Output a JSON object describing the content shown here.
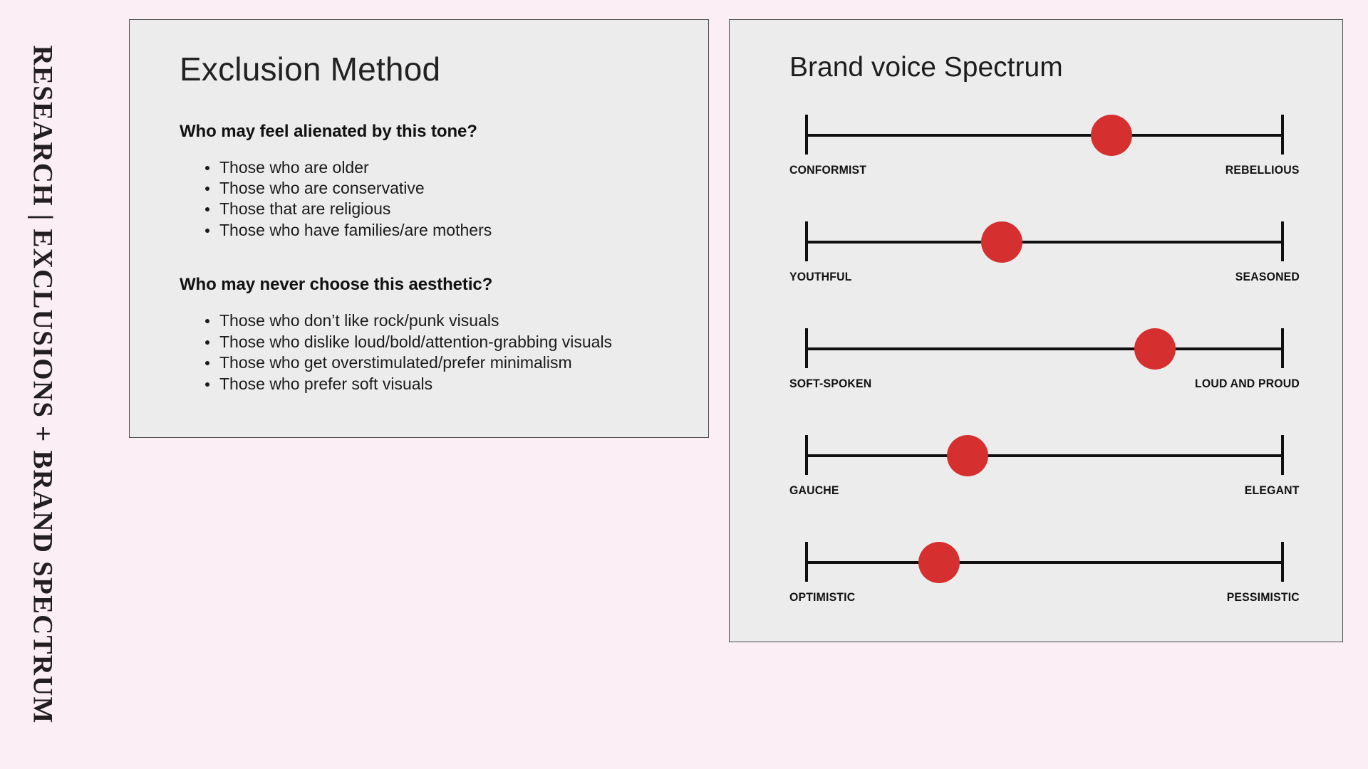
{
  "page": {
    "side_label": "RESEARCH | EXCLUSIONS + BRAND SPECTRUM",
    "background_color": "#fbeef5",
    "card_color": "#ececec",
    "accent_color": "#d5302f"
  },
  "exclusion": {
    "title": "Exclusion Method",
    "sections": [
      {
        "heading": "Who may feel alienated by this tone?",
        "items": [
          "Those who are older",
          "Those who are conservative",
          "Those that are religious",
          "Those who have families/are mothers"
        ]
      },
      {
        "heading": "Who may never choose this aesthetic?",
        "items": [
          "Those who don’t like rock/punk visuals",
          "Those who dislike loud/bold/attention-grabbing visuals",
          "Those who get overstimulated/prefer minimalism",
          "Those who prefer soft visuals"
        ]
      }
    ]
  },
  "spectrum": {
    "title": "Brand voice Spectrum"
  },
  "chart_data": {
    "type": "scatter",
    "title": "Brand voice Spectrum",
    "xlabel": "",
    "ylabel": "",
    "xlim": [
      0,
      100
    ],
    "grid": false,
    "legend": null,
    "marker_color": "#d5302f",
    "axis_color": "#101010",
    "rows": [
      {
        "left_label": "CONFORMIST",
        "right_label": "REBELLIOUS",
        "value": 64
      },
      {
        "left_label": "YOUTHFUL",
        "right_label": "SEASONED",
        "value": 41
      },
      {
        "left_label": "SOFT-SPOKEN",
        "right_label": "LOUD AND PROUD",
        "value": 73
      },
      {
        "left_label": "GAUCHE",
        "right_label": "ELEGANT",
        "value": 34
      },
      {
        "left_label": "OPTIMISTIC",
        "right_label": "PESSIMISTIC",
        "value": 28
      }
    ]
  }
}
